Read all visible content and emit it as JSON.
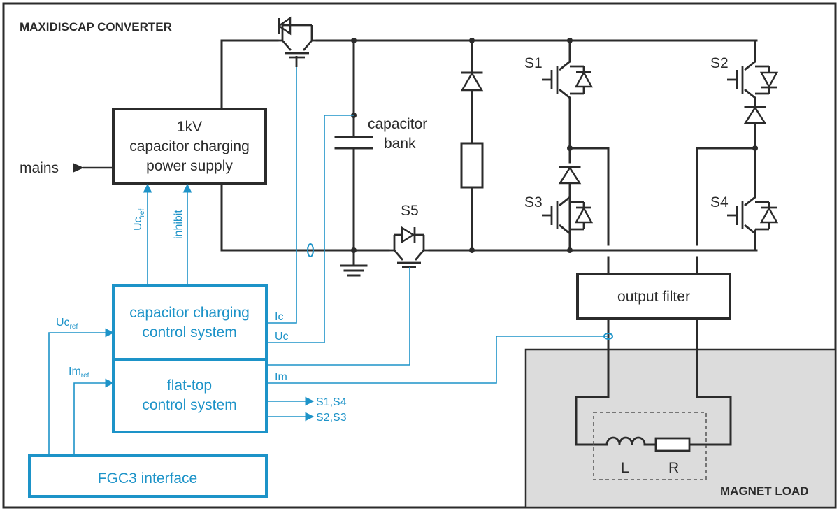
{
  "title": "MAXIDISCAP CONVERTER",
  "load_label": "MAGNET LOAD",
  "blocks": {
    "power_supply": [
      "1kV",
      "capacitor charging",
      "power supply"
    ],
    "charging_control": [
      "capacitor charging",
      "control system"
    ],
    "flattop_control": [
      "flat-top",
      "control system"
    ],
    "fgc3": "FGC3 interface",
    "output_filter": "output filter"
  },
  "labels": {
    "mains": "mains",
    "capacitor_bank": [
      "capacitor",
      "bank"
    ],
    "S1": "S1",
    "S2": "S2",
    "S3": "S3",
    "S4": "S4",
    "S5": "S5",
    "L": "L",
    "R": "R"
  },
  "signals": {
    "uc_ref_main": "Uc",
    "uc_ref_sub": "ref",
    "inhibit": "inhibit",
    "ic": "Ic",
    "uc": "Uc",
    "im": "Im",
    "im_ref_main": "Im",
    "im_ref_sub": "ref",
    "s14": "S1,S4",
    "s23": "S2,S3"
  },
  "colors": {
    "power": "#2b2b2b",
    "control": "#1d93c8",
    "load_bg": "#dcdcdc"
  }
}
